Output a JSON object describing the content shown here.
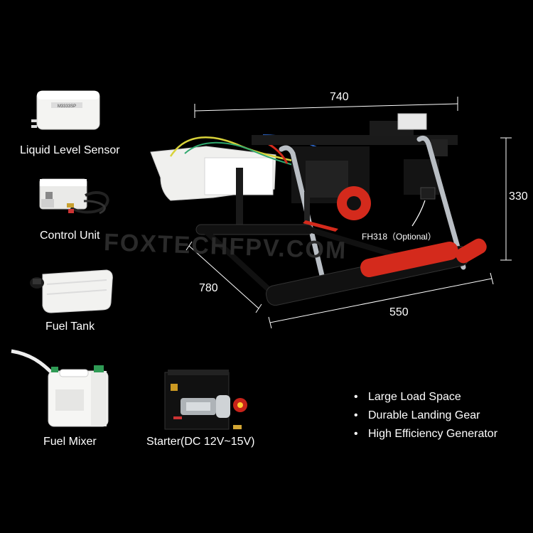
{
  "accessories": [
    {
      "name": "Liquid Level Sensor",
      "icon": "liquid-level-sensor-icon"
    },
    {
      "name": "Control Unit",
      "icon": "control-unit-icon"
    },
    {
      "name": "Fuel Tank",
      "icon": "fuel-tank-icon"
    },
    {
      "name": "Fuel Mixer",
      "icon": "fuel-mixer-icon"
    },
    {
      "name": "Starter(DC 12V~15V)",
      "icon": "starter-icon"
    }
  ],
  "sensor_box_text": "M3333SP",
  "dimensions": {
    "top": "740",
    "right": "330",
    "left": "780",
    "bottom": "550"
  },
  "optional_part": "FH318（Optional）",
  "watermark": "FOXTECHFPV.COM",
  "features": [
    "Large Load Space",
    "Durable Landing Gear",
    "High Efficiency Generator"
  ],
  "colors": {
    "background": "#000000",
    "accent_red": "#d42a1c",
    "frame_silver": "#b9bec4"
  }
}
